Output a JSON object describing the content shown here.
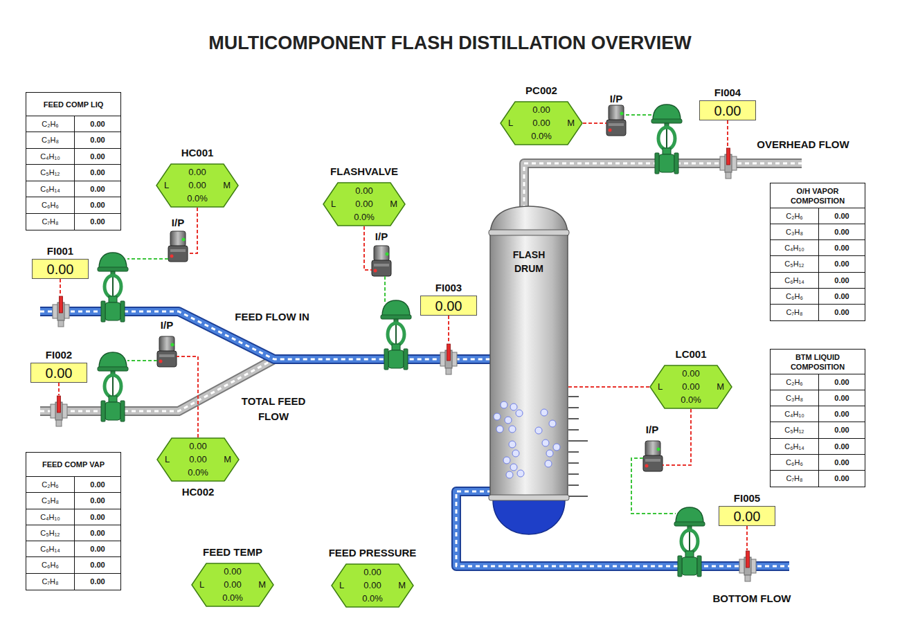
{
  "diagram": {
    "title": "MULTICOMPONENT FLASH DISTILLATION OVERVIEW",
    "nodes": [
      {
        "text": [
          "FEED COMP LIQ",
          "C₂H₆",
          "0.00",
          "C₃H₈",
          "0.00",
          "C₄H₁₀",
          "0.00",
          "C₅H₁₂",
          "0.00",
          "C₆H₁₄",
          "0.00",
          "C₆H₆",
          "0.00",
          "C₇H₈",
          "0.00"
        ]
      },
      {
        "text": [
          "PC002",
          "0.00",
          "L",
          "0.00",
          "M",
          "0.0%"
        ]
      },
      {
        "text": [
          "FI004",
          "0.00"
        ]
      },
      {
        "text": [
          "HC001",
          "0.00",
          "L",
          "0.00",
          "M",
          "0.0%"
        ]
      },
      {
        "text": [
          "FLASHVALVE",
          "0.00",
          "L",
          "0.00",
          "M",
          "0.0%"
        ]
      },
      {
        "text": [
          "O/H VAPOR COMPOSITION",
          "C₂H₆",
          "0.00",
          "C₃H₈",
          "0.00",
          "C₄H₁₀",
          "0.00",
          "C₅H₁₂",
          "0.00",
          "C₆H₁₄",
          "0.00",
          "C₆H₆",
          "0.00",
          "C₇H₈",
          "0.00"
        ]
      },
      {
        "text": [
          "FLASH DRUM"
        ]
      },
      {
        "text": [
          "FI001",
          "0.00"
        ]
      },
      {
        "text": [
          "FI003",
          "0.00"
        ]
      },
      {
        "text": [
          "BTM LIQUID COMPOSITION",
          "C₂H₆",
          "0.00",
          "C₃H₈",
          "0.00",
          "C₄H₁₀",
          "0.00",
          "C₅H₁₂",
          "0.00",
          "C₆H₁₄",
          "0.00",
          "C₆H₆",
          "0.00",
          "C₇H₈",
          "0.00"
        ]
      },
      {
        "text": [
          "FI002",
          "0.00"
        ]
      },
      {
        "text": [
          "LC001",
          "0.00",
          "L",
          "0.00",
          "M",
          "0.0%"
        ]
      },
      {
        "text": [
          "0.00",
          "L",
          "0.00",
          "M",
          "0.0%",
          "HC002"
        ]
      },
      {
        "text": [
          "FEED COMP VAP",
          "C₂H₆",
          "0.00",
          "C₃H₈",
          "0.00",
          "C₄H₁₀",
          "0.00",
          "C₅H₁₂",
          "0.00",
          "C₆H₁₄",
          "0.00",
          "C₆H₆",
          "0.00",
          "C₇H₈",
          "0.00"
        ]
      },
      {
        "text": [
          "FI005",
          "0.00"
        ]
      },
      {
        "text": [
          "FEED TEMP",
          "0.00",
          "L",
          "0.00",
          "M",
          "0.0%"
        ]
      },
      {
        "text": [
          "FEED PRESSURE",
          "0.00",
          "L",
          "0.00",
          "M",
          "0.0%"
        ]
      }
    ],
    "edges": [
      {
        "from": 6,
        "to": 11,
        "arrow": "none"
      }
    ],
    "labels": [
      "I/P",
      "OVERHEAD FLOW",
      "I/P",
      "I/P",
      "FEED FLOW IN",
      "I/P",
      "TOTAL FEED FLOW",
      "I/P",
      "BOTTOM FLOW"
    ]
  }
}
